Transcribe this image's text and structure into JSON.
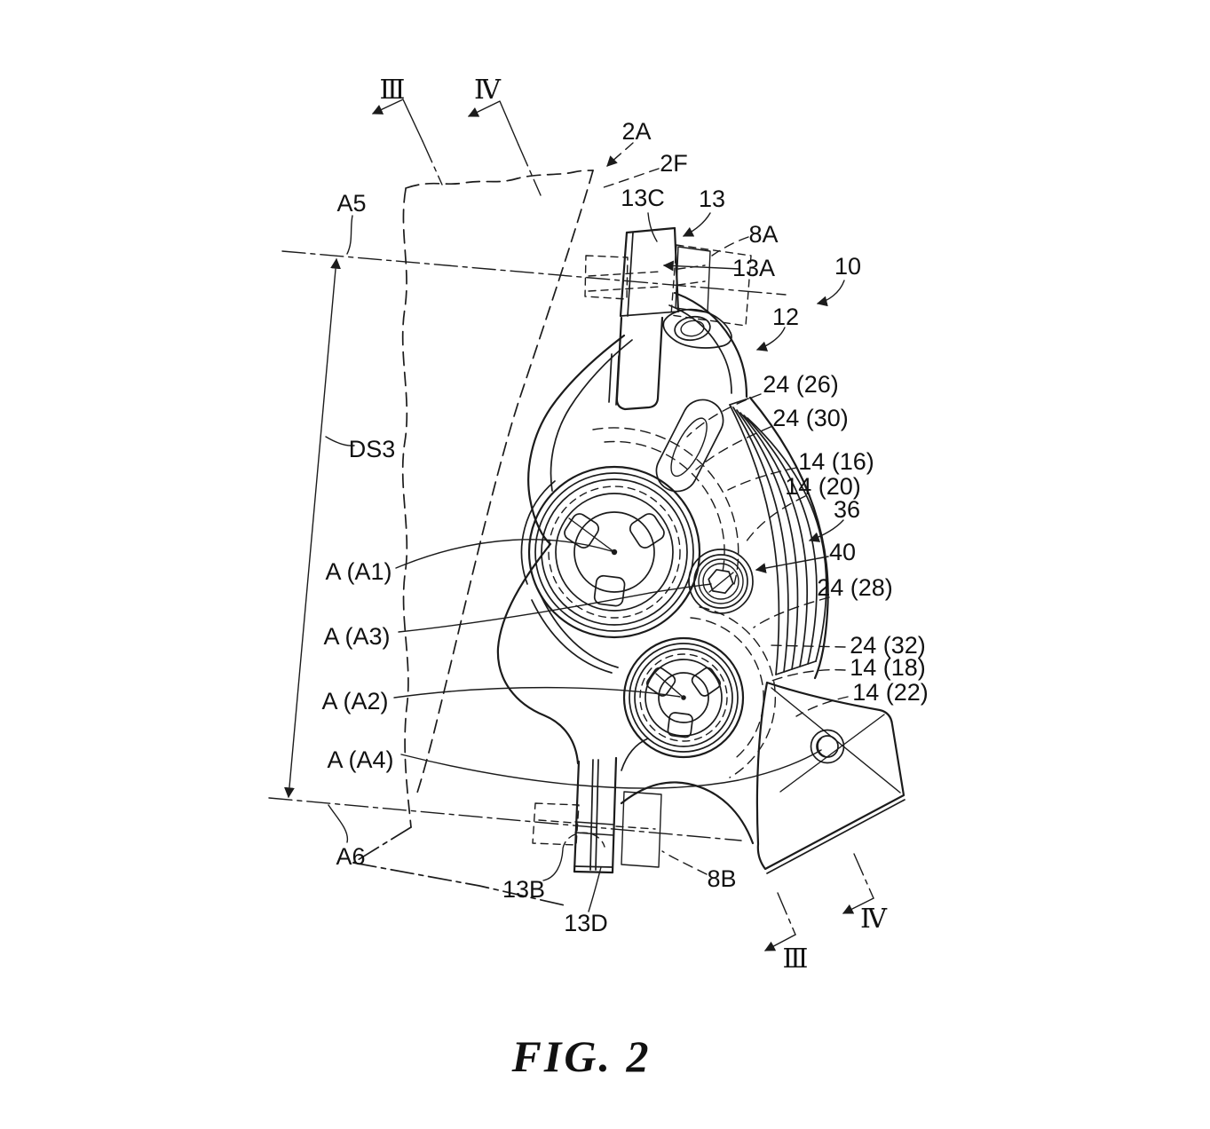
{
  "figure": {
    "caption": "FIG. 2"
  },
  "colors": {
    "ink": "#1b1b1b",
    "paper": "#ffffff"
  },
  "section_markers": {
    "top_left": "Ⅲ",
    "top_right": "Ⅳ",
    "bottom_upper": "Ⅳ",
    "bottom_lower": "Ⅲ"
  },
  "labels": {
    "r2A": "2A",
    "r2F": "2F",
    "rA5": "A5",
    "r13C": "13C",
    "r13": "13",
    "r8A": "8A",
    "r13A": "13A",
    "r10": "10",
    "r12": "12",
    "r24_26": "24 (26)",
    "r24_30": "24 (30)",
    "r14_16": "14 (16)",
    "r14_20": "14 (20)",
    "r36": "36",
    "r40": "40",
    "r24_28": "24 (28)",
    "rDS3": "DS3",
    "rA_A1": "A (A1)",
    "rA_A3": "A (A3)",
    "r24_32": "24 (32)",
    "r14_18": "14 (18)",
    "r14_22": "14 (22)",
    "rA_A2": "A (A2)",
    "rA_A4": "A (A4)",
    "rA6": "A6",
    "r13B": "13B",
    "r8B": "8B",
    "r13D": "13D"
  }
}
